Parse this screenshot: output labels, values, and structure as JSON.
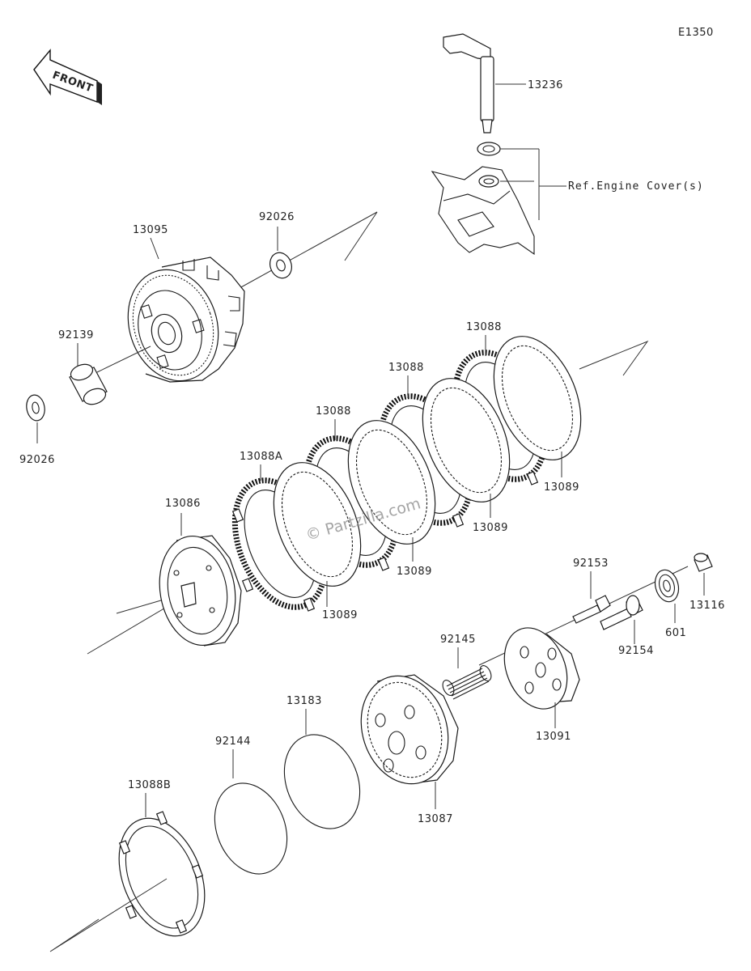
{
  "diagram_code": "E1350",
  "front_arrow_label": "FRONT",
  "reference_label": "Ref.Engine Cover(s)",
  "watermark": "© Partzilla.com",
  "callouts": {
    "c13236": "13236",
    "c92026_top": "92026",
    "c13095": "13095",
    "c92139": "92139",
    "c92026_left": "92026",
    "c13088_a": "13088",
    "c13088_b": "13088",
    "c13088_c": "13088",
    "c13088A": "13088A",
    "c13086": "13086",
    "c13089_a": "13089",
    "c13089_b": "13089",
    "c13089_c": "13089",
    "c13089_d": "13089",
    "c92153": "92153",
    "c601": "601",
    "c13116": "13116",
    "c92154": "92154",
    "c92145": "92145",
    "c13091": "13091",
    "c13183": "13183",
    "c92144": "92144",
    "c13087": "13087",
    "c13088B": "13088B"
  }
}
